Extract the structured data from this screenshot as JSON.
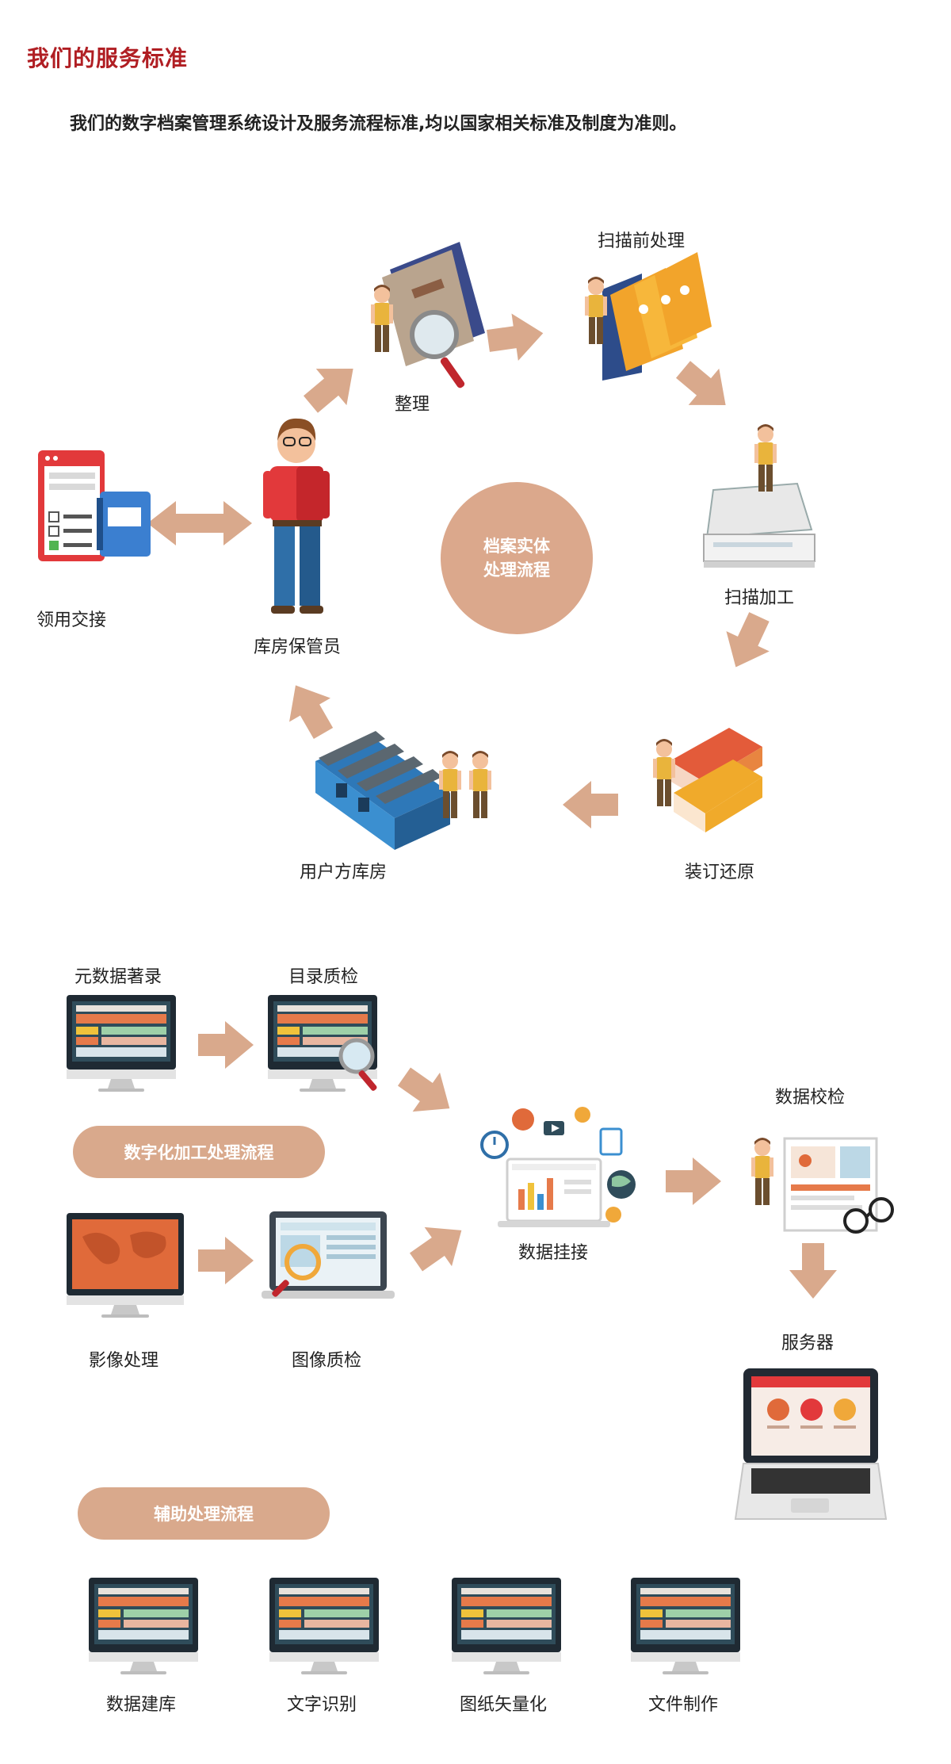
{
  "title": "我们的服务标准",
  "subtitle": "我们的数字档案管理系统设计及服务流程标准,均以国家相关标准及制度为准则。",
  "physical_flow": {
    "center": "档案实体处理流程",
    "center_line1": "档案实体",
    "center_line2": "处理流程",
    "steps": {
      "zhengli": "整理",
      "scan_pre": "扫描前处理",
      "scan": "扫描加工",
      "binding": "装订还原",
      "warehouse": "用户方库房",
      "keeper": "库房保管员",
      "handover": "领用交接"
    }
  },
  "digital_flow": {
    "pill": "数字化加工处理流程",
    "steps": {
      "metadata": "元数据著录",
      "catalog_qc": "目录质检",
      "image_proc": "影像处理",
      "image_qc": "图像质检",
      "mount": "数据挂接",
      "data_check": "数据校检",
      "server": "服务器"
    }
  },
  "aux_flow": {
    "pill": "辅助处理流程",
    "items": [
      "数据建库",
      "文字识别",
      "图纸矢量化",
      "文件制作"
    ]
  },
  "colors": {
    "title": "#b01e23",
    "arrow": "#d9a98c",
    "circle": "#dba88c",
    "pill": "#d9a98c"
  }
}
